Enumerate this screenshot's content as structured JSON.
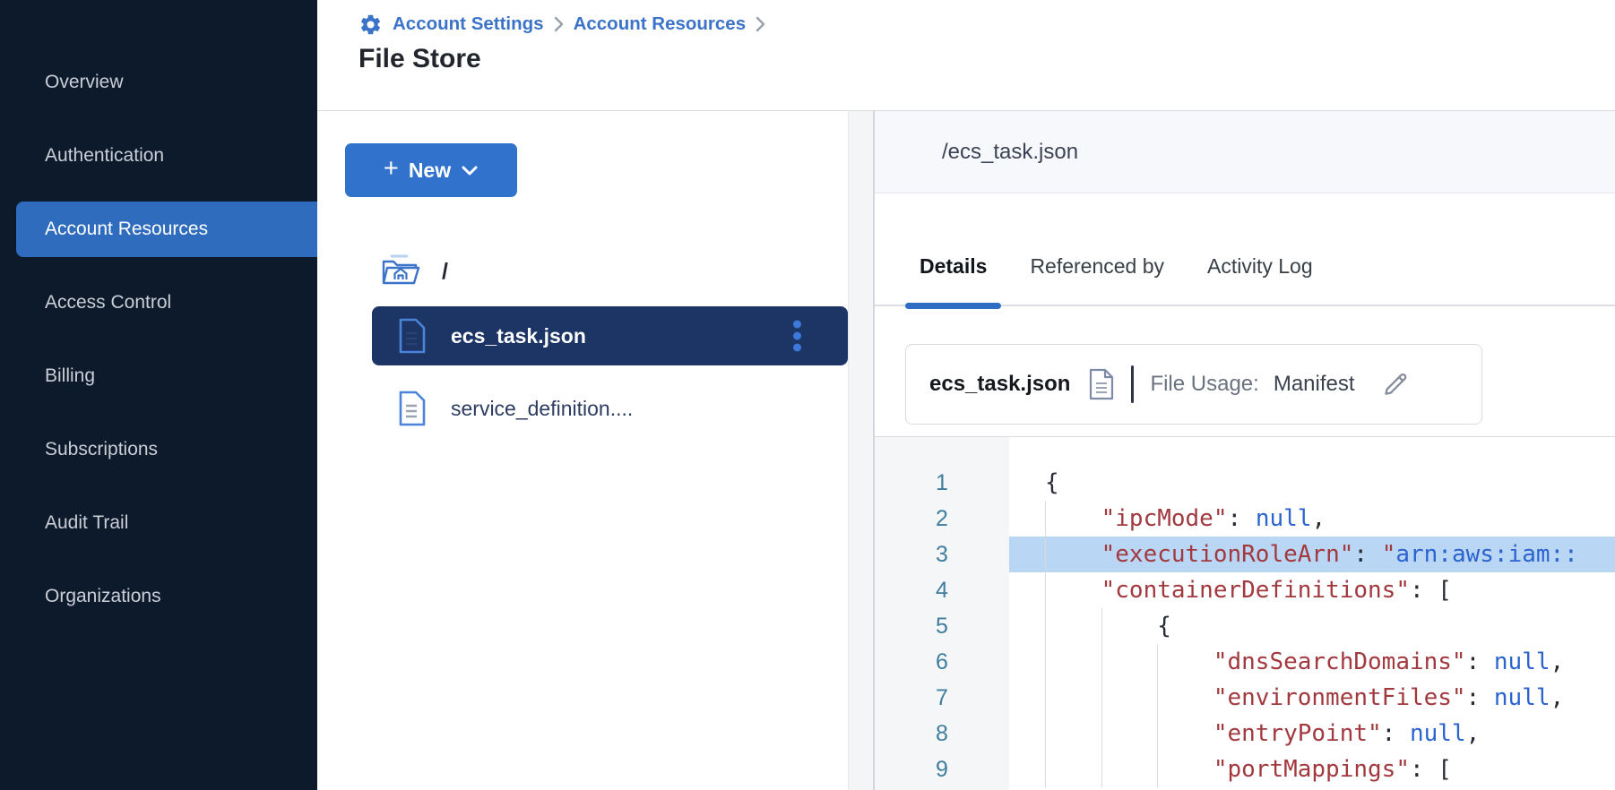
{
  "colors": {
    "sidebar_bg": "#0d1a2b",
    "sidebar_selected_bg": "#2f6cbd",
    "accent_blue": "#3173cc",
    "breadcrumb_blue": "#3b73c9",
    "file_selected_bg": "#1c3564",
    "tab_underline": "#2f6cc4",
    "code_key": "#a1393f",
    "code_value": "#2b63cf",
    "code_line_highlight": "#b9d6f4",
    "line_number": "#3f7e9d"
  },
  "sidebar": {
    "items": [
      {
        "label": "Overview",
        "active": false
      },
      {
        "label": "Authentication",
        "active": false
      },
      {
        "label": "Account Resources",
        "active": true
      },
      {
        "label": "Access Control",
        "active": false
      },
      {
        "label": "Billing",
        "active": false
      },
      {
        "label": "Subscriptions",
        "active": false
      },
      {
        "label": "Audit Trail",
        "active": false
      },
      {
        "label": "Organizations",
        "active": false
      }
    ]
  },
  "header": {
    "breadcrumb": [
      {
        "label": "Account Settings"
      },
      {
        "label": "Account Resources"
      }
    ],
    "title": "File Store"
  },
  "tree": {
    "new_button_label": "New",
    "plus_glyph": "+",
    "root_label": "/",
    "files": [
      {
        "name": "ecs_task.json",
        "selected": true
      },
      {
        "name": "service_definition....",
        "selected": false
      }
    ]
  },
  "detail": {
    "path": "/ecs_task.json",
    "tabs": [
      {
        "label": "Details",
        "active": true
      },
      {
        "label": "Referenced by",
        "active": false
      },
      {
        "label": "Activity Log",
        "active": false
      }
    ],
    "file_card": {
      "name": "ecs_task.json",
      "usage_label": "File Usage:",
      "usage_value": "Manifest"
    },
    "code": {
      "lines": [
        {
          "n": 1,
          "ind": 0,
          "hl": false,
          "tok": [
            {
              "c": "p",
              "t": "{"
            }
          ]
        },
        {
          "n": 2,
          "ind": 1,
          "hl": false,
          "tok": [
            {
              "c": "k",
              "t": "\"ipcMode\""
            },
            {
              "c": "p",
              "t": ": "
            },
            {
              "c": "v",
              "t": "null"
            },
            {
              "c": "p",
              "t": ","
            }
          ]
        },
        {
          "n": 3,
          "ind": 1,
          "hl": true,
          "tok": [
            {
              "c": "k",
              "t": "\"executionRoleArn\""
            },
            {
              "c": "p",
              "t": ": "
            },
            {
              "c": "k",
              "t": "\""
            },
            {
              "c": "v",
              "t": "arn:aws:iam::"
            }
          ]
        },
        {
          "n": 4,
          "ind": 1,
          "hl": false,
          "tok": [
            {
              "c": "k",
              "t": "\"containerDefinitions\""
            },
            {
              "c": "p",
              "t": ": ["
            }
          ]
        },
        {
          "n": 5,
          "ind": 2,
          "hl": false,
          "tok": [
            {
              "c": "p",
              "t": "{"
            }
          ]
        },
        {
          "n": 6,
          "ind": 3,
          "hl": false,
          "tok": [
            {
              "c": "k",
              "t": "\"dnsSearchDomains\""
            },
            {
              "c": "p",
              "t": ": "
            },
            {
              "c": "v",
              "t": "null"
            },
            {
              "c": "p",
              "t": ","
            }
          ]
        },
        {
          "n": 7,
          "ind": 3,
          "hl": false,
          "tok": [
            {
              "c": "k",
              "t": "\"environmentFiles\""
            },
            {
              "c": "p",
              "t": ": "
            },
            {
              "c": "v",
              "t": "null"
            },
            {
              "c": "p",
              "t": ","
            }
          ]
        },
        {
          "n": 8,
          "ind": 3,
          "hl": false,
          "tok": [
            {
              "c": "k",
              "t": "\"entryPoint\""
            },
            {
              "c": "p",
              "t": ": "
            },
            {
              "c": "v",
              "t": "null"
            },
            {
              "c": "p",
              "t": ","
            }
          ]
        },
        {
          "n": 9,
          "ind": 3,
          "hl": false,
          "tok": [
            {
              "c": "k",
              "t": "\"portMappings\""
            },
            {
              "c": "p",
              "t": ": ["
            }
          ]
        }
      ]
    }
  }
}
